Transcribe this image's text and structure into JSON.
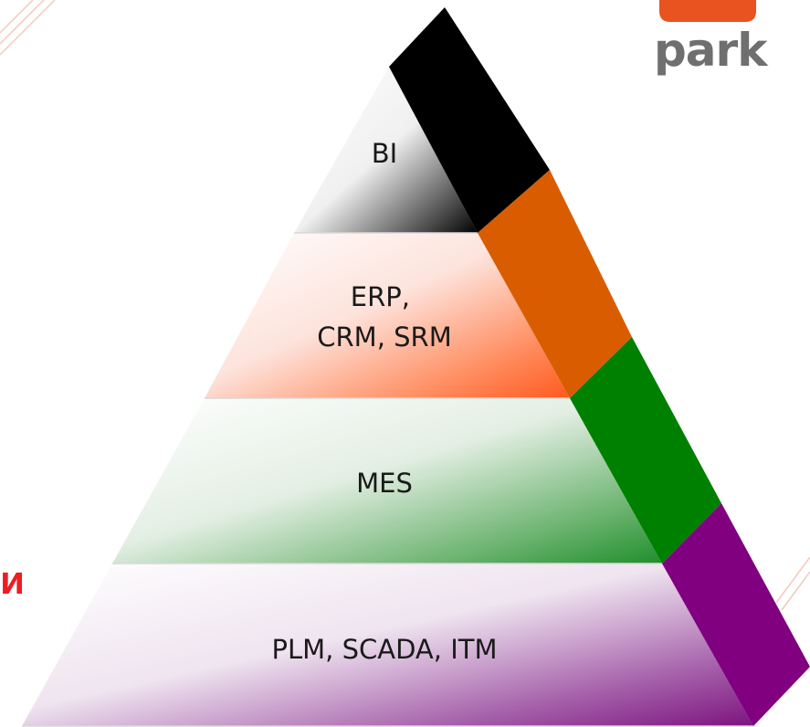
{
  "logo": {
    "word": "park",
    "accent_color": "#e8531f",
    "text_color": "#6f6f6f"
  },
  "side_fragment": {
    "text": "и",
    "color": "#ee1c23"
  },
  "pyramid": {
    "levels": [
      {
        "id": "bi",
        "lines": [
          "BI"
        ],
        "band_color": "#000000",
        "tint": "#222222"
      },
      {
        "id": "erp",
        "lines": [
          "ERP,",
          "CRM, SRM"
        ],
        "band_color": "#d95d00",
        "tint": "#ff6a33"
      },
      {
        "id": "mes",
        "lines": [
          "MES"
        ],
        "band_color": "#008000",
        "tint": "#2e9e3c"
      },
      {
        "id": "plm",
        "lines": [
          "PLM, SCADA, ITM"
        ],
        "band_color": "#800080",
        "tint": "#8a1f8e"
      }
    ]
  }
}
